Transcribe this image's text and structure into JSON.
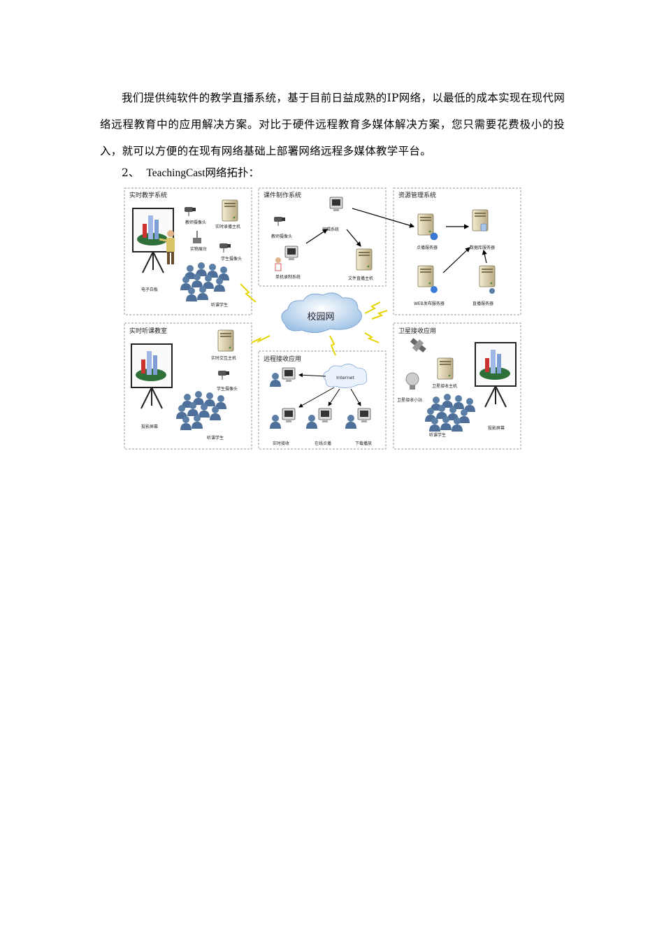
{
  "paragraph": "我们提供纯软件的教学直播系统，基于目前日益成熟的IP网络，以最低的成本实现在现代网络远程教育中的应用解决方案。对比于硬件远程教育多媒体解决方案，您只需要花费极小的投入，就可以方便的在现有网络基础上部署网络远程多媒体教学平台。",
  "heading": {
    "number": "2、",
    "brand": "TeachingCast",
    "rest": "网络拓扑："
  },
  "diagram": {
    "center": "校园网",
    "internet": "Internet",
    "panels": {
      "realtime_teaching": {
        "title": "实时教学系统",
        "labels": [
          "教师摄像头",
          "实时录播主机",
          "实物展台",
          "学生摄像头",
          "电子白板",
          "听课学生"
        ]
      },
      "course_production": {
        "title": "课件制作系统",
        "labels": [
          "教师摄像头",
          "编辑系统",
          "单机录制系统",
          "文件直播主机"
        ]
      },
      "resource_management": {
        "title": "资源管理系统",
        "labels": [
          "点播服务器",
          "数据库服务器",
          "WEB发布服务器",
          "直播服务器"
        ]
      },
      "realtime_classroom": {
        "title": "实时听课教室",
        "labels": [
          "实时交互主机",
          "学生摄像头",
          "投影屏幕",
          "听课学生"
        ]
      },
      "remote_receive": {
        "title": "远程接收应用",
        "labels": [
          "实时接收",
          "在线点播",
          "下载播放"
        ]
      },
      "satellite": {
        "title": "卫星接收应用",
        "labels": [
          "卫星接收主机",
          "卫星接收小站",
          "听课学生",
          "投影屏幕"
        ]
      }
    }
  }
}
